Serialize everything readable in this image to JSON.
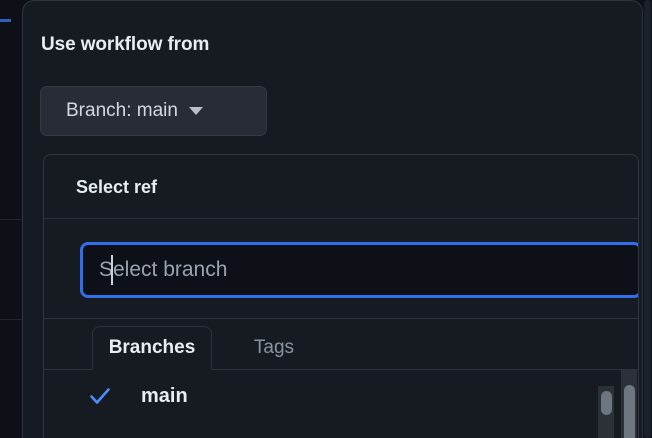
{
  "dialog": {
    "title": "Use workflow from",
    "branch_button": {
      "label": "Branch: main",
      "caret_icon": "chevron-down-icon"
    }
  },
  "ref_panel": {
    "header_title": "Select ref",
    "search": {
      "value": "",
      "placeholder": "Select branch",
      "focused": true
    },
    "tabs": [
      {
        "label": "Branches",
        "active": true
      },
      {
        "label": "Tags",
        "active": false
      }
    ],
    "items": [
      {
        "label": "main",
        "selected": true,
        "check_icon": "check-icon"
      }
    ]
  },
  "colors": {
    "accent_blue": "#2f6feb",
    "check_blue": "#4a8dfb",
    "dialog_bg": "#161b22",
    "page_bg": "#0d1117",
    "border": "#30363d",
    "text_primary": "#e6edf3",
    "text_muted": "#8b949e",
    "button_bg": "#282d35",
    "scrollbar_thumb": "#6e7681"
  }
}
